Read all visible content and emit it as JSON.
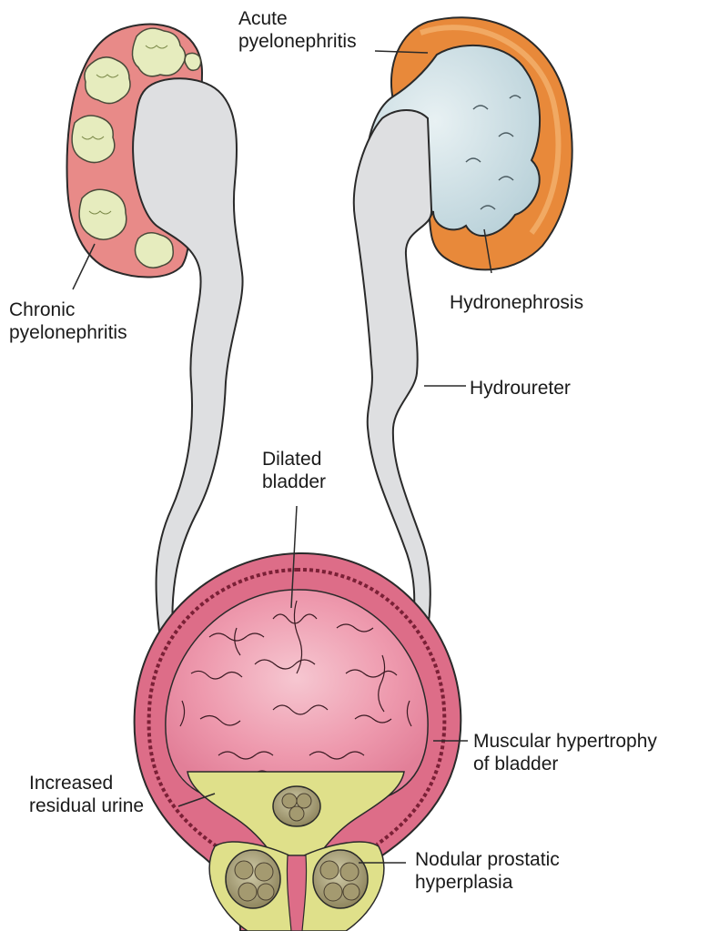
{
  "labels": {
    "acute_pyelonephritis": [
      "Acute",
      "pyelonephritis"
    ],
    "chronic_pyelonephritis": [
      "Chronic",
      "pyelonephritis"
    ],
    "hydronephrosis": [
      "Hydronephrosis"
    ],
    "hydroureter": [
      "Hydroureter"
    ],
    "dilated_bladder": [
      "Dilated",
      "bladder"
    ],
    "muscular_hypertrophy": [
      "Muscular hypertrophy",
      "of bladder"
    ],
    "increased_residual_urine": [
      "Increased",
      "residual urine"
    ],
    "nodular_prostatic_hyperplasia": [
      "Nodular prostatic",
      "hyperplasia"
    ]
  },
  "colors": {
    "kidney_pink": "#e88a88",
    "kidney_orange": "#e8893a",
    "pelvis_blue": "#c9dde3",
    "ureter_grey": "#dedfe1",
    "bladder_pink": "#dd6d88",
    "bladder_inner": "#ee9aae",
    "urine_yellow": "#dfe08a",
    "nodule_green": "#e6ecbe",
    "prostate_olive": "#9c9268",
    "outline": "#2a2a2a"
  }
}
